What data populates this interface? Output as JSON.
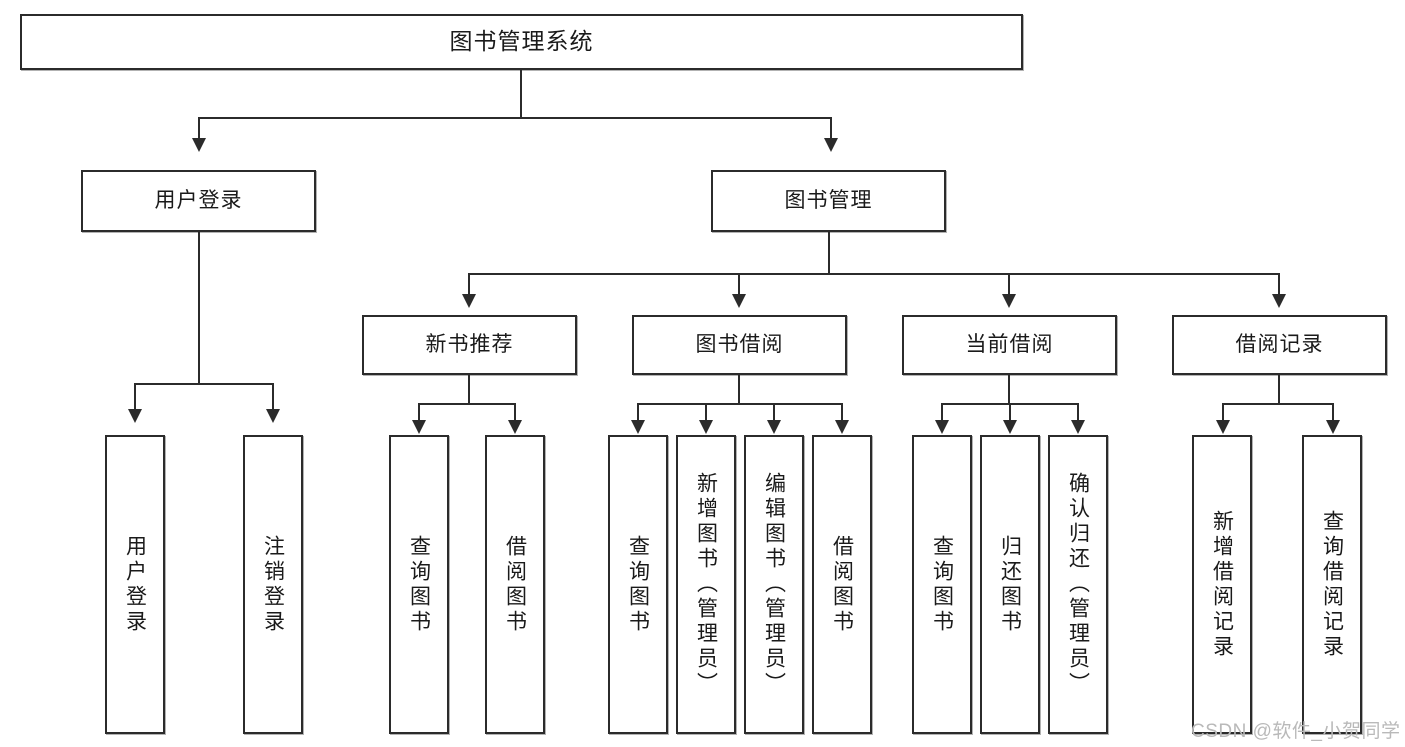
{
  "diagram": {
    "title": "图书管理系统",
    "watermark": "CSDN @软件_小贺同学",
    "accent_color": "#2b2b2b",
    "background_color": "#ffffff",
    "watermark_color": "#b9b9b9",
    "root": {
      "label": "图书管理系统"
    },
    "level2": [
      {
        "label": "用户登录"
      },
      {
        "label": "图书管理"
      }
    ],
    "level3": [
      {
        "label": "新书推荐"
      },
      {
        "label": "图书借阅"
      },
      {
        "label": "当前借阅"
      },
      {
        "label": "借阅记录"
      }
    ],
    "leaves": {
      "user_login": [
        {
          "label": "用户登录"
        },
        {
          "label": "注销登录"
        }
      ],
      "new_book": [
        {
          "label": "查询图书"
        },
        {
          "label": "借阅图书"
        }
      ],
      "borrow_book": [
        {
          "label": "查询图书"
        },
        {
          "label": "新增图书（管理员）"
        },
        {
          "label": "编辑图书（管理员）"
        },
        {
          "label": "借阅图书"
        }
      ],
      "current_borrow": [
        {
          "label": "查询图书"
        },
        {
          "label": "归还图书"
        },
        {
          "label": "确认归还（管理员）"
        }
      ],
      "borrow_record": [
        {
          "label": "新增借阅记录"
        },
        {
          "label": "查询借阅记录"
        }
      ]
    }
  }
}
